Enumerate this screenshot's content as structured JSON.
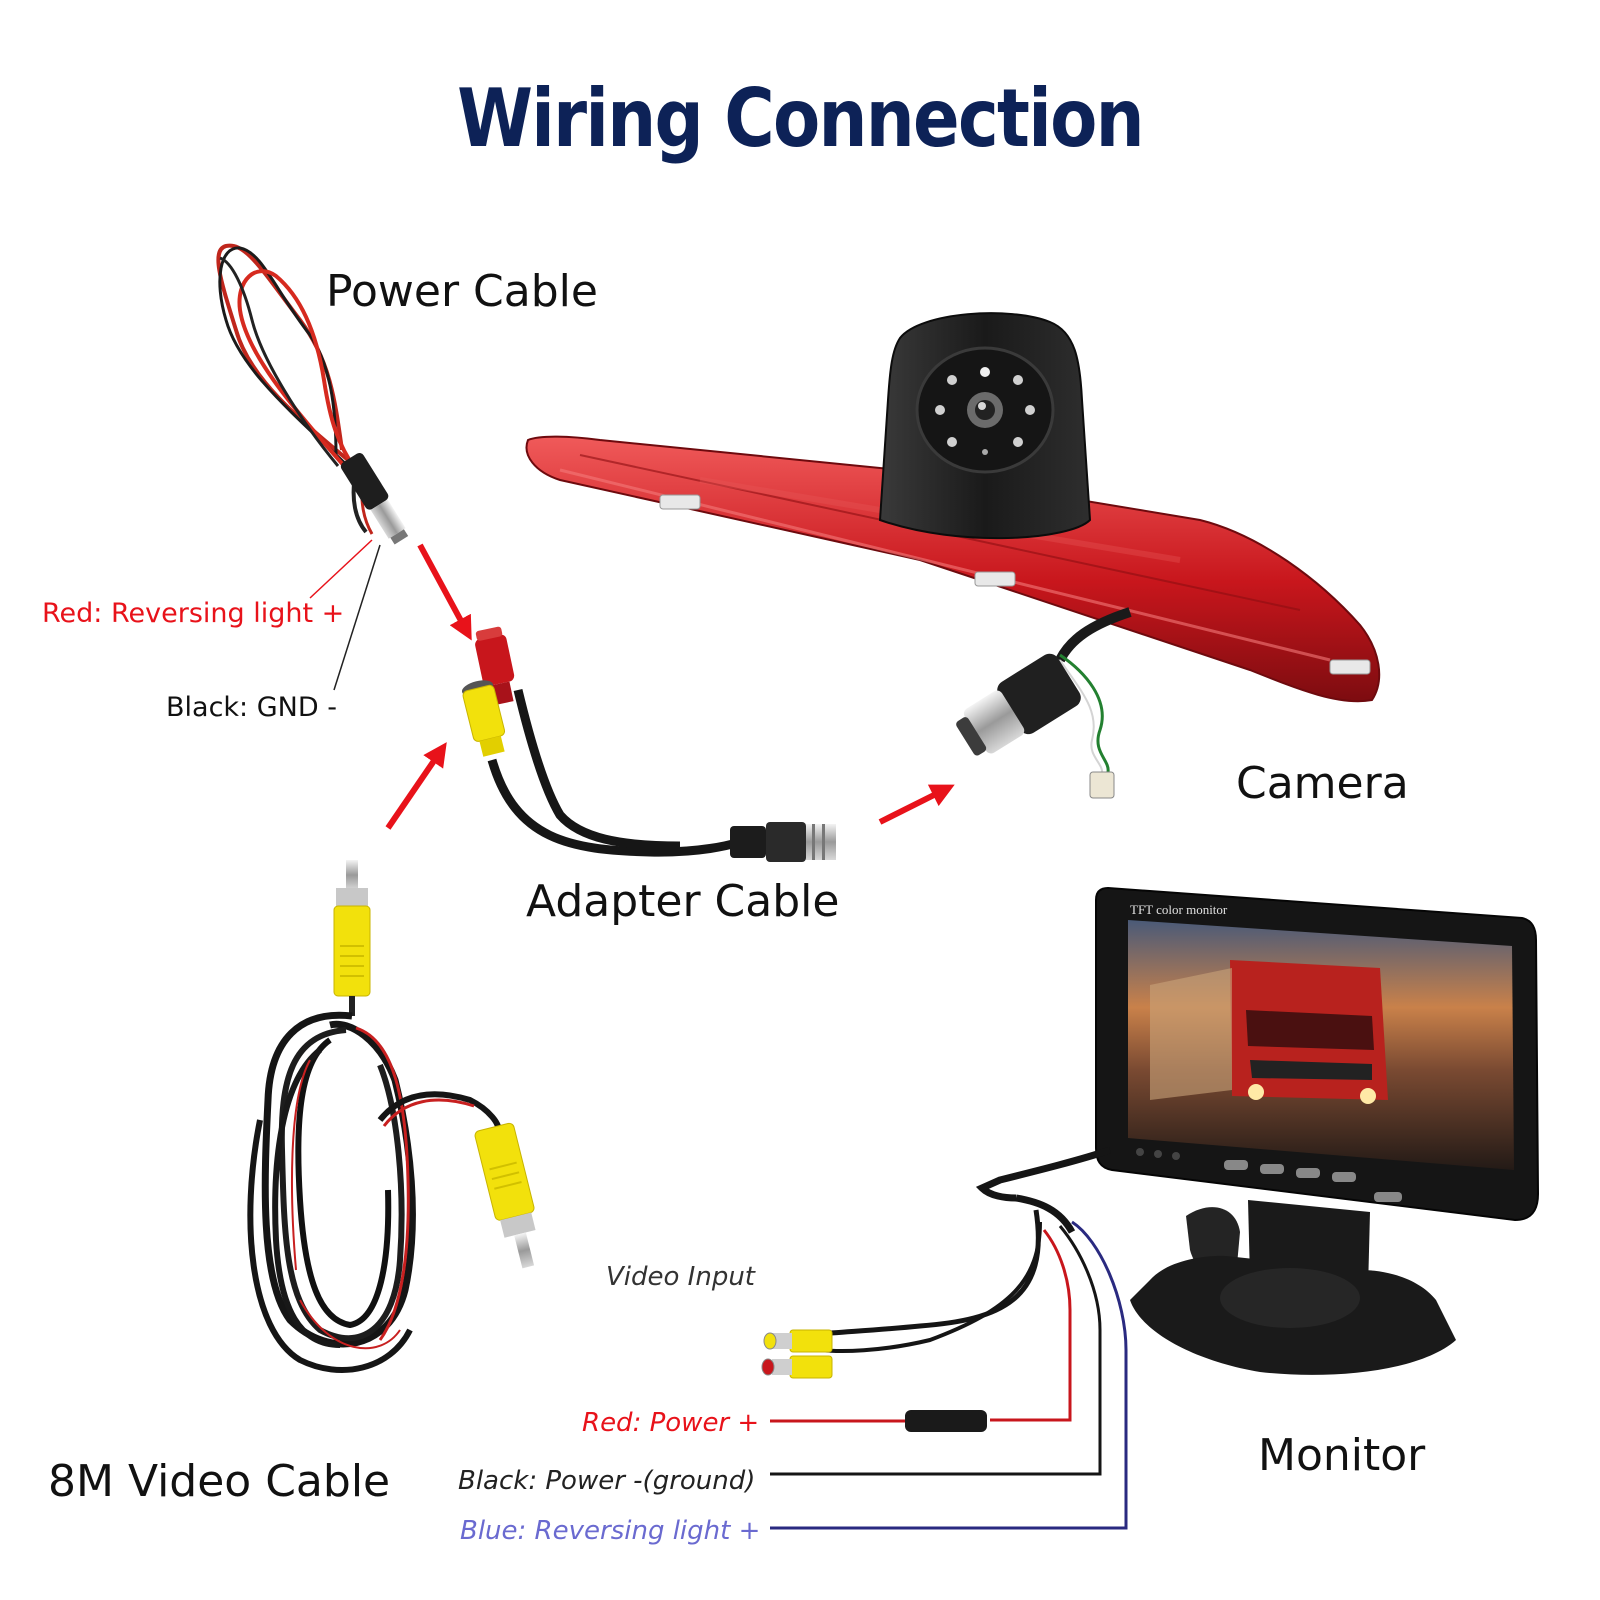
{
  "title": "Wiring Connection",
  "colors": {
    "title": "#0d2257",
    "arrow": "#e8121a",
    "red_label": "#e8121a",
    "blue_label": "#6a6ad0",
    "camera_red": "#c8161c",
    "rca_yellow": "#f2e10c"
  },
  "labels": {
    "power_cable": "Power Cable",
    "red_reversing": "Red: Reversing light +",
    "black_gnd": "Black: GND -",
    "camera": "Camera",
    "adapter_cable": "Adapter Cable",
    "video_cable": "8M Video Cable",
    "video_input": "Video Input",
    "red_power": "Red: Power +",
    "black_power": "Black: Power -(ground)",
    "blue_reversing": "Blue: Reversing light +",
    "monitor": "Monitor",
    "monitor_brand": "TFT color monitor"
  },
  "icons": [
    "power-cable-icon",
    "camera-icon",
    "adapter-cable-icon",
    "video-cable-icon",
    "monitor-icon",
    "arrow-icon"
  ]
}
